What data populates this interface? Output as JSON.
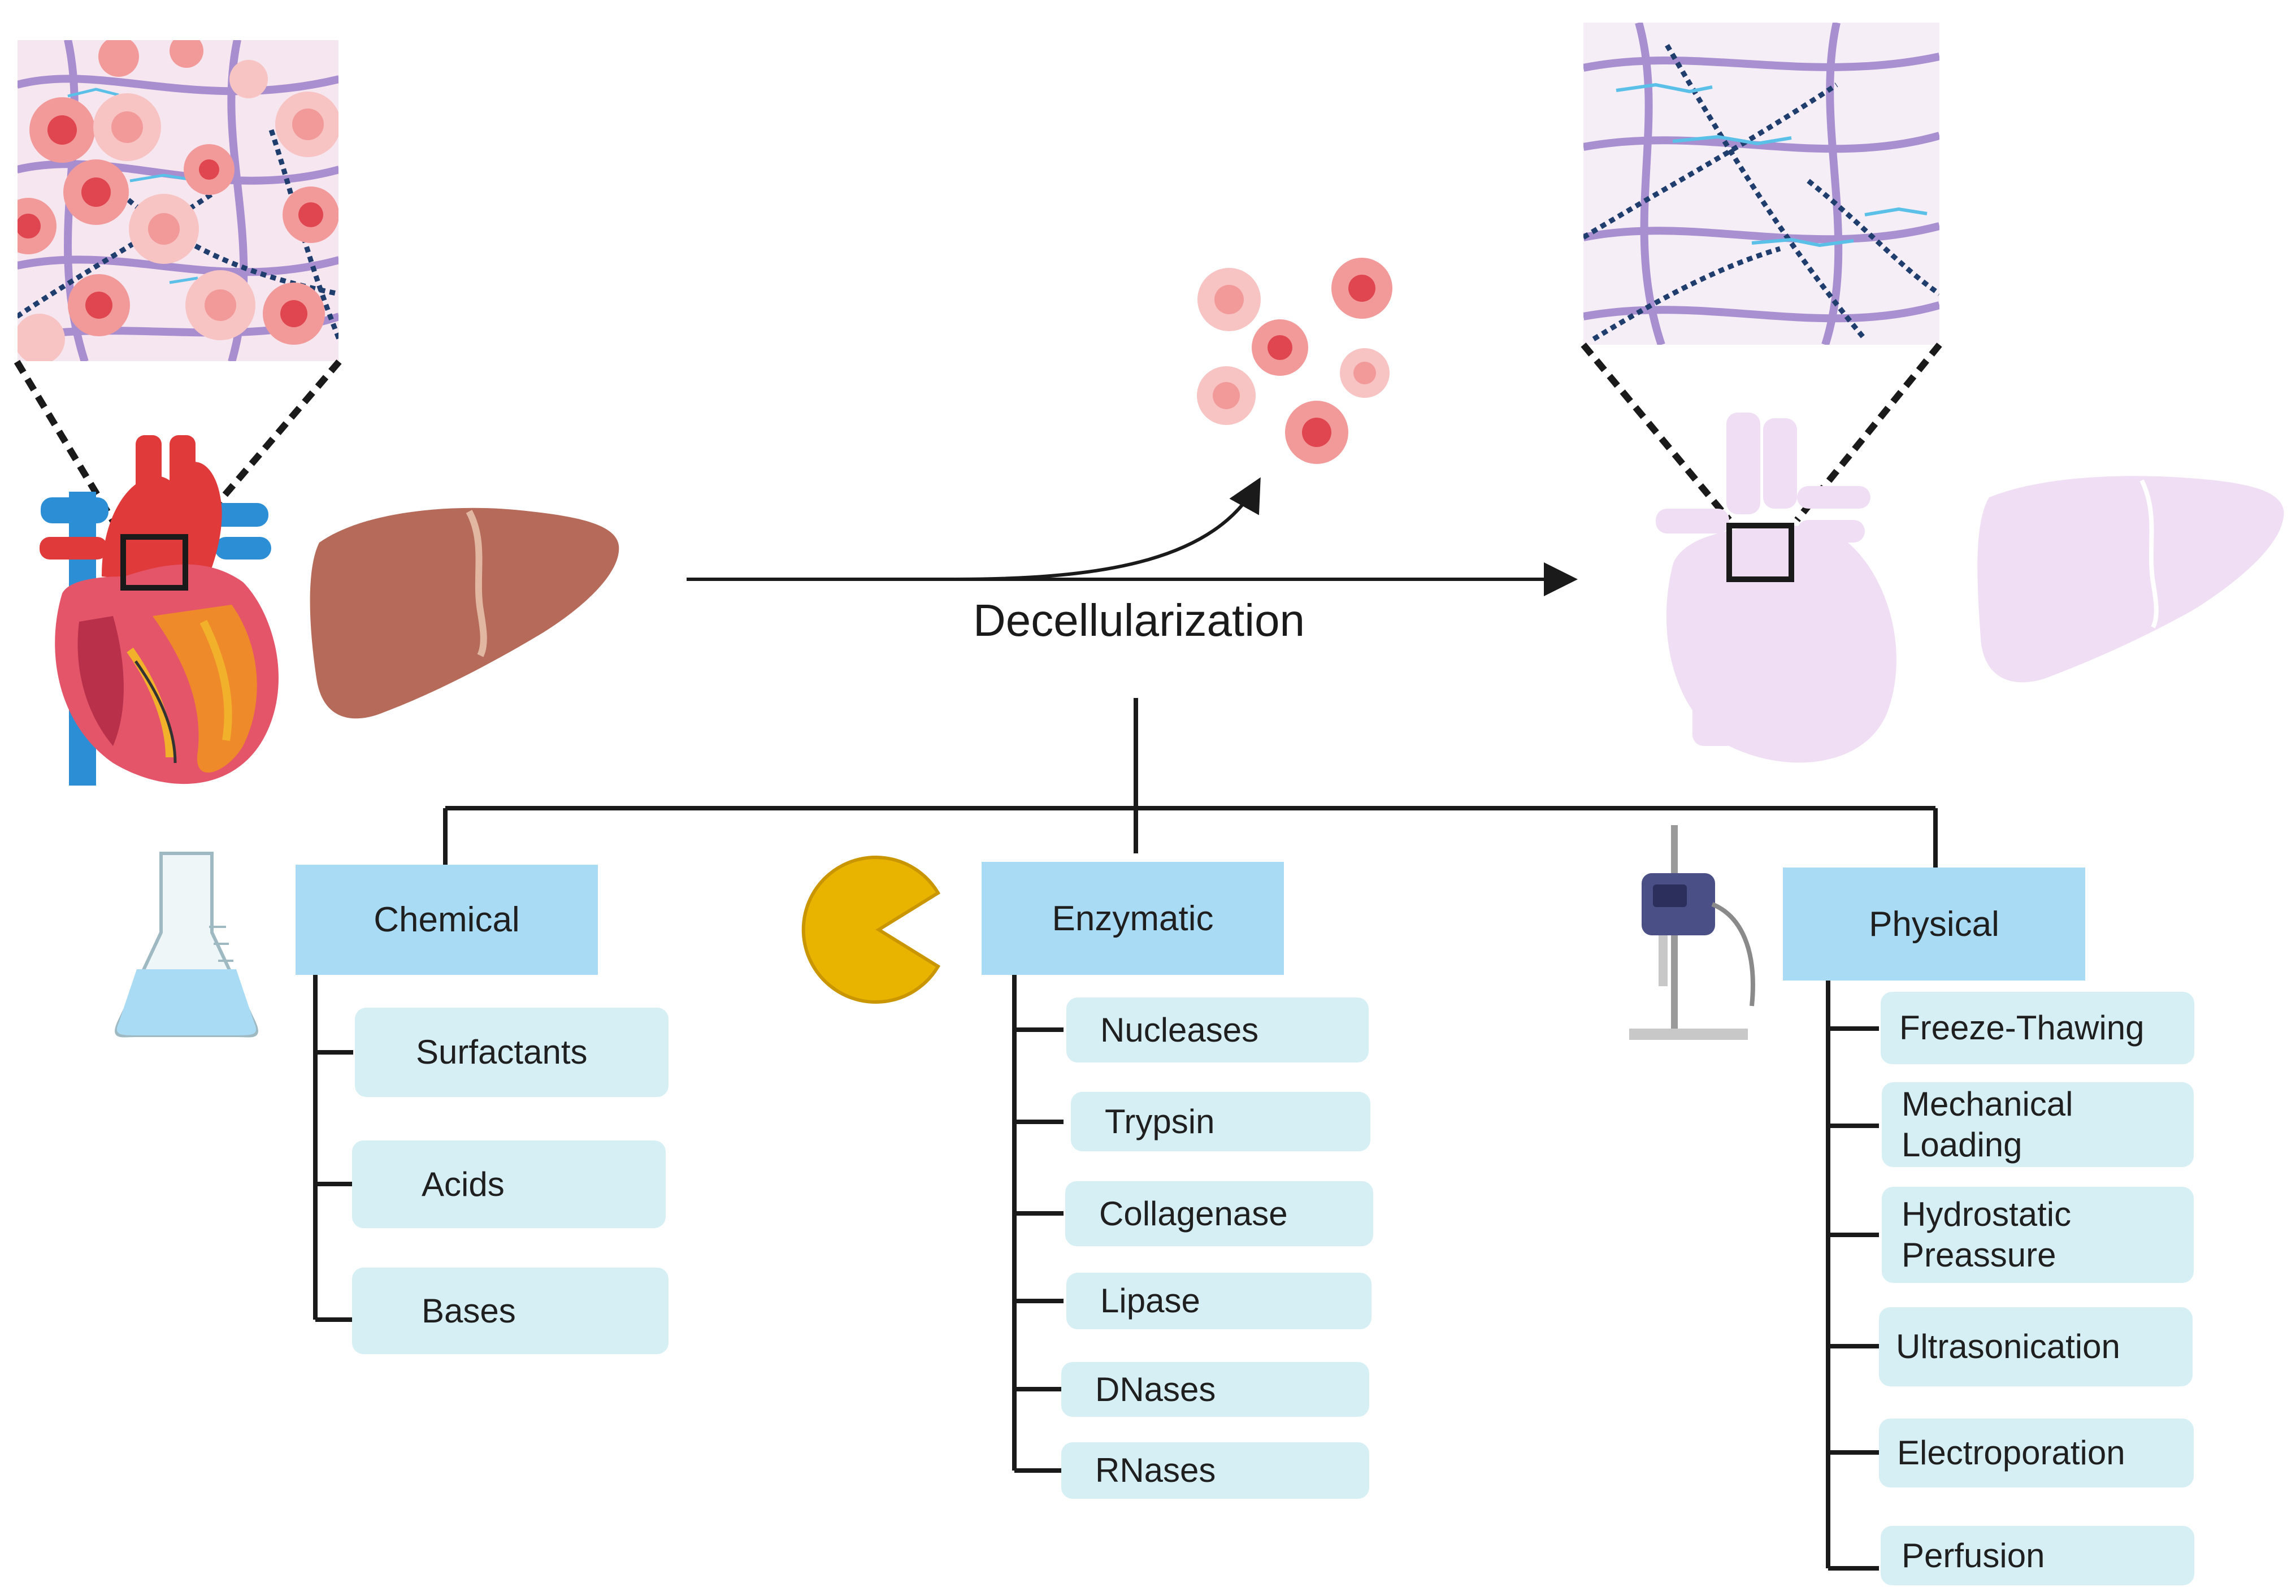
{
  "title": "Decellularization",
  "categories": [
    {
      "label": "Chemical",
      "icon": "erlenmeyer-flask-icon",
      "methods": [
        "Surfactants",
        "Acids",
        "Bases"
      ]
    },
    {
      "label": "Enzymatic",
      "icon": "pacman-enzyme-icon",
      "methods": [
        "Nucleases",
        "Trypsin",
        "Collagenase",
        "Lipase",
        "DNases",
        "RNases"
      ]
    },
    {
      "label": "Physical",
      "icon": "ultrasonicator-icon",
      "methods": [
        "Freeze-Thawing",
        [
          "Mechanical",
          "Loading"
        ],
        [
          "Hydrostatic",
          "Preassure"
        ],
        "Ultrasonication",
        "Electroporation",
        "Perfusion"
      ]
    }
  ],
  "colors": {
    "category_box": "#a9dcf4",
    "method_box": "#d6eff4",
    "connector": "#1a1a1a",
    "native_tissue_bg": "#f6e6f0",
    "cell": "#f08a8a",
    "collagen_fiber": "#9b7fc9",
    "elastin_chain": "#1f3e6e",
    "gag": "#5bc0e8",
    "decell_organ": "#f0def4",
    "enzyme": "#e8b400"
  }
}
